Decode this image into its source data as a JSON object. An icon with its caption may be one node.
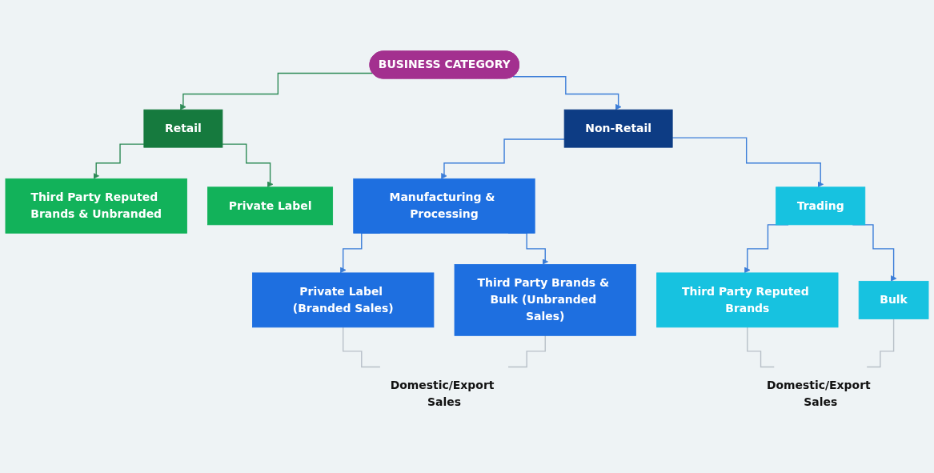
{
  "diagram": {
    "nodes": [
      {
        "text": [
          "BUSINESS CATEGORY"
        ]
      },
      {
        "text": [
          "Retail"
        ]
      },
      {
        "text": [
          "Non-Retail"
        ]
      },
      {
        "text": [
          "Third Party Reputed Brands & Unbranded"
        ]
      },
      {
        "text": [
          "Private Label"
        ]
      },
      {
        "text": [
          "Manufacturing & Processing"
        ]
      },
      {
        "text": [
          "Trading"
        ]
      },
      {
        "text": [
          "Private Label (Branded Sales)"
        ]
      },
      {
        "text": [
          "Third Party Brands & Bulk (Unbranded Sales)"
        ]
      },
      {
        "text": [
          "Third Party Reputed Brands"
        ]
      },
      {
        "text": [
          "Bulk"
        ]
      },
      {
        "text": [
          "Domestic/Export Sales"
        ]
      },
      {
        "text": [
          "Domestic/Export Sales"
        ]
      }
    ],
    "edges": [
      {
        "from": 0,
        "to": 1,
        "arrow": "to",
        "color": "#2e8b57"
      },
      {
        "from": 0,
        "to": 2,
        "arrow": "to"
      },
      {
        "from": 1,
        "to": 3,
        "arrow": "to",
        "color": "#2e8b57"
      },
      {
        "from": 1,
        "to": 4,
        "arrow": "to",
        "color": "#2e8b57"
      },
      {
        "from": 2,
        "to": 5,
        "arrow": "to"
      },
      {
        "from": 2,
        "to": 6,
        "arrow": "to"
      },
      {
        "from": 5,
        "to": 7,
        "arrow": "to"
      },
      {
        "from": 5,
        "to": 8,
        "arrow": "to"
      },
      {
        "from": 6,
        "to": 9,
        "arrow": "to"
      },
      {
        "from": 6,
        "to": 10,
        "arrow": "to"
      },
      {
        "from": 7,
        "to": 11,
        "arrow": "none",
        "color": "#b8c0c8"
      },
      {
        "from": 8,
        "to": 11,
        "arrow": "none",
        "color": "#b8c0c8"
      },
      {
        "from": 9,
        "to": 12,
        "arrow": "none",
        "color": "#b8c0c8"
      },
      {
        "from": 10,
        "to": 12,
        "arrow": "none",
        "color": "#b8c0c8"
      }
    ]
  }
}
